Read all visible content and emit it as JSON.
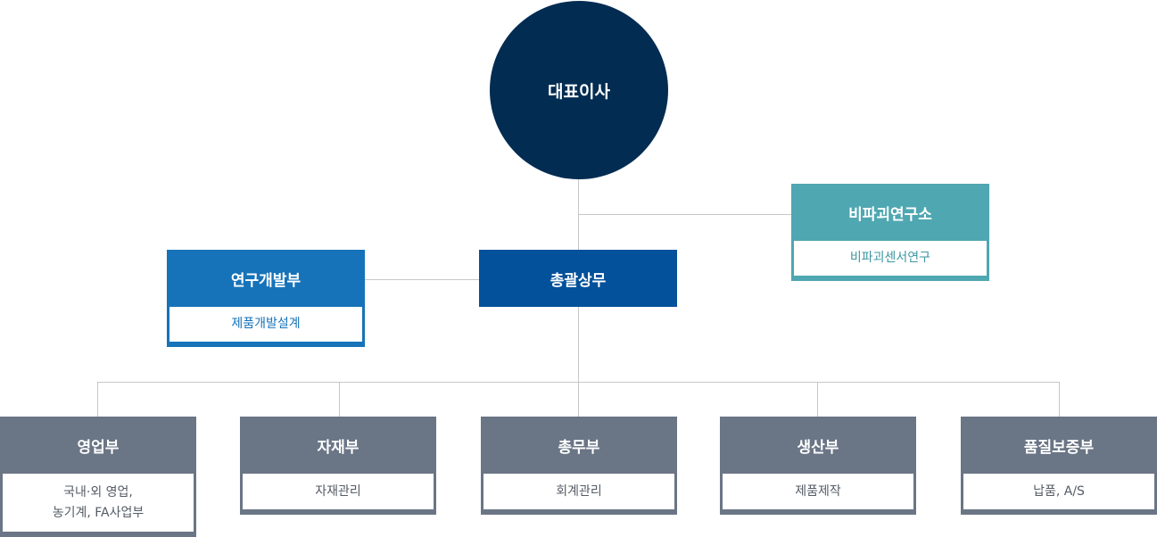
{
  "ceo": {
    "label": "대표이사"
  },
  "research_lab": {
    "title": "비파괴연구소",
    "desc": "비파괴센서연구"
  },
  "rnd": {
    "title": "연구개발부",
    "desc": "제품개발설계"
  },
  "general_manager": {
    "label": "총괄상무"
  },
  "departments": [
    {
      "title": "영업부",
      "desc": "국내·외 영업,\n농기계, FA사업부"
    },
    {
      "title": "자재부",
      "desc": "자재관리"
    },
    {
      "title": "총무부",
      "desc": "회계관리"
    },
    {
      "title": "생산부",
      "desc": "제품제작"
    },
    {
      "title": "품질보증부",
      "desc": "납품, A/S"
    }
  ],
  "colors": {
    "ceo": "#032c52",
    "general_manager": "#02519a",
    "rnd": "#1673b9",
    "research_lab": "#4fa7b1",
    "department": "#6a7585",
    "connector": "#c7c7c7"
  }
}
